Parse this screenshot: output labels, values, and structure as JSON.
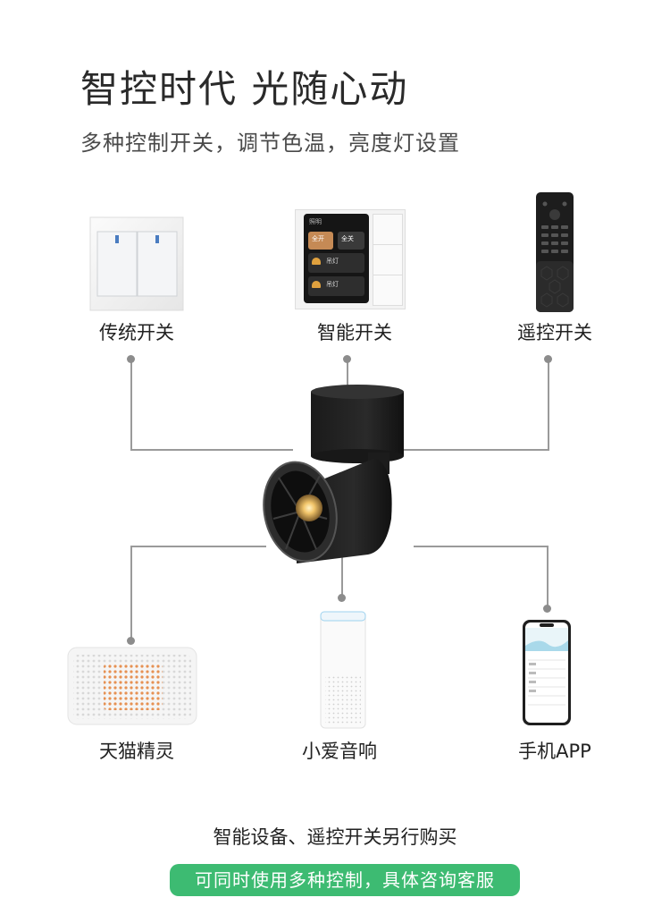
{
  "header": {
    "title": "智控时代 光随心动",
    "subtitle": "多种控制开关，调节色温，亮度灯设置"
  },
  "controls": {
    "traditional_switch": "传统开关",
    "smart_switch": "智能开关",
    "remote_switch": "遥控开关",
    "tmall_genie": "天猫精灵",
    "xiaoai_speaker": "小爱音响",
    "phone_app": "手机APP"
  },
  "smart_panel": {
    "header": "照明",
    "all_on": "全开",
    "all_off": "全关",
    "row1": "吊灯",
    "row2": "吊灯"
  },
  "footer": {
    "note": "智能设备、遥控开关另行购买",
    "badge": "可同时使用多种控制，具体咨询客服"
  },
  "colors": {
    "accent_green": "#3dbb72",
    "connector_gray": "#9a9a9a"
  }
}
